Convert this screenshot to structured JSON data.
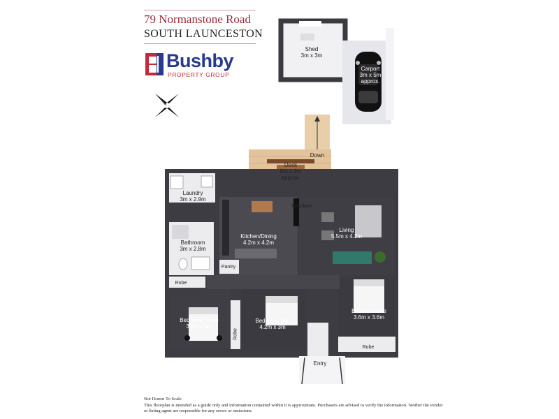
{
  "header": {
    "street": "79 Normanstone Road",
    "suburb": "SOUTH LAUNCESTON"
  },
  "brand": {
    "name": "Bushby",
    "sub": "PROPERTY GROUP",
    "colors": {
      "navy": "#2a3a8c",
      "red": "#c42a3c"
    }
  },
  "compass": {
    "icon": "compass-rose-icon"
  },
  "rooms": {
    "shed": {
      "name": "Shed",
      "size": "3m x 3m"
    },
    "carport": {
      "name": "Carport",
      "size": "3m x 5m",
      "note": "approx."
    },
    "deck": {
      "name": "Deck",
      "size": "5m x 3m",
      "note": "approx."
    },
    "down": "Down",
    "laundry": {
      "name": "Laundry",
      "size": "3m x 2.9m"
    },
    "bathroom": {
      "name": "Bathroom",
      "size": "3m x 2.8m"
    },
    "kitchen": {
      "name": "Kitchen/Dining",
      "size": "4.2m x 4.2m"
    },
    "fireplace": "Fireplace",
    "living": {
      "name": "Living",
      "size": "5.5m x 4.2m"
    },
    "pantry": "Pantry",
    "robe1": "Robe",
    "robe2": "Robe",
    "robe3": "Robe",
    "bed3": {
      "name": "Bedroom Three",
      "size": "3.5m x 3m"
    },
    "bed2": {
      "name": "Bedroom Two",
      "size": "4.2m x 3m"
    },
    "bed1": {
      "name": "Bedroom One",
      "size": "3.6m x 3.6m"
    },
    "entry": "Entry"
  },
  "footer": {
    "line1": "Not Drawn To Scale",
    "line2": "This floorplan is intended as a guide only and information contained within it is approximate. Purchasers are advised to verify the information. Neither the vendor",
    "line3": "or listing agent are responsible for any errors or omissions."
  }
}
